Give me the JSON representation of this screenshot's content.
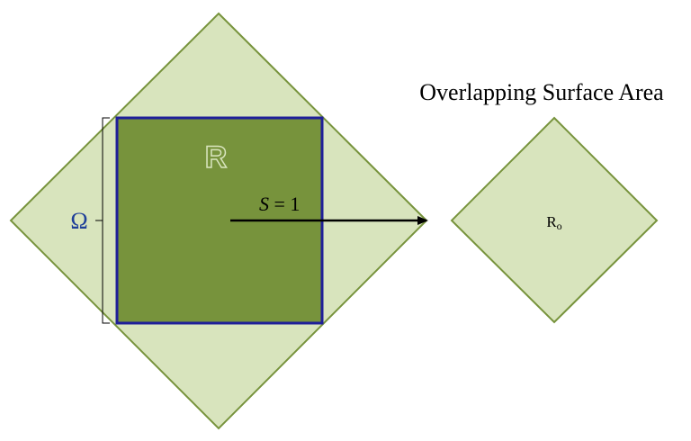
{
  "labels": {
    "overlap_title": "Overlapping Surface Area",
    "region_r": "R",
    "region_omega": "Ω",
    "shift": "S = 1",
    "shift_symbol": "S",
    "shift_rest": " = 1",
    "region_ro_main": "R",
    "region_ro_sub": "o"
  },
  "colors": {
    "diamond_fill": "#d8e4bd",
    "diamond_stroke": "#77933c",
    "square_fill": "#77933c",
    "square_stroke": "#1f1f99",
    "omega_color": "#1f3f99",
    "r_label_fill": "#77933c",
    "r_label_stroke": "#d8e4bd",
    "arrow": "#000000",
    "bracket": "#000000"
  },
  "icons": {
    "arrow": "right-arrow-icon"
  }
}
